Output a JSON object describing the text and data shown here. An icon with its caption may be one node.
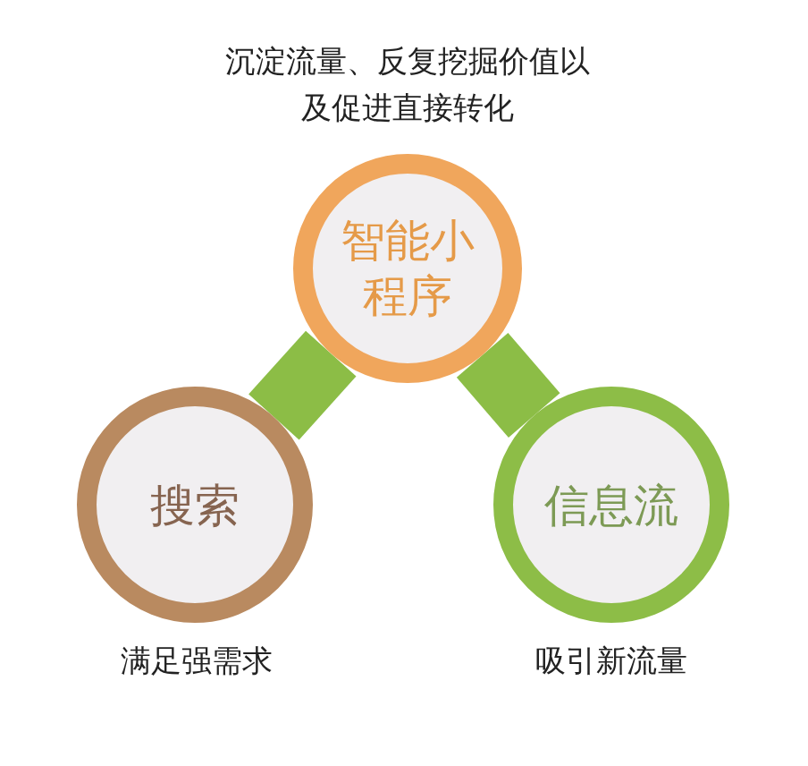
{
  "diagram": {
    "nodes": [
      {
        "text": [
          "智能小程序"
        ],
        "beside": [
          "沉淀流量、反复挖掘价值以及促进直接转化"
        ]
      },
      {
        "text": [
          "搜索"
        ],
        "beside": [
          "满足强需求"
        ]
      },
      {
        "text": [
          "信息流"
        ],
        "beside": [
          "吸引新流量"
        ]
      }
    ],
    "edges": [
      {
        "from": 0,
        "to": 1,
        "arrow": "none"
      },
      {
        "from": 0,
        "to": 2,
        "arrow": "none"
      }
    ]
  }
}
